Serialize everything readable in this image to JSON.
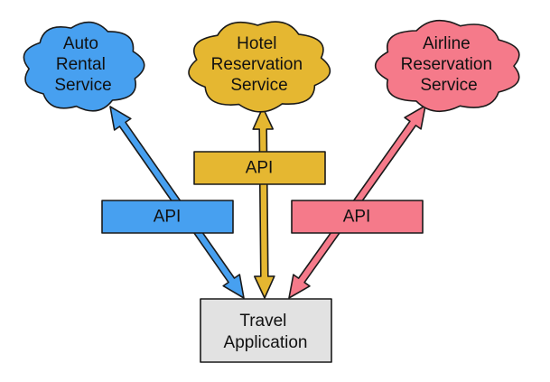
{
  "diagram": {
    "type": "architecture",
    "services": [
      {
        "id": "auto",
        "lines": [
          "Auto",
          "Rental",
          "Service"
        ],
        "color": "#47a0f0",
        "shape": "cloud"
      },
      {
        "id": "hotel",
        "lines": [
          "Hotel",
          "Reservation",
          "Service"
        ],
        "color": "#e5b731",
        "shape": "cloud"
      },
      {
        "id": "airline",
        "lines": [
          "Airline",
          "Reservation",
          "Service"
        ],
        "color": "#f57a8a",
        "shape": "cloud"
      }
    ],
    "apis": [
      {
        "id": "auto-api",
        "label": "API",
        "color": "#47a0f0",
        "connects": "auto"
      },
      {
        "id": "hotel-api",
        "label": "API",
        "color": "#e5b731",
        "connects": "hotel"
      },
      {
        "id": "airline-api",
        "label": "API",
        "color": "#f57a8a",
        "connects": "airline"
      }
    ],
    "client": {
      "id": "travel-app",
      "lines": [
        "Travel",
        "Application"
      ],
      "color": "#e2e2e2"
    },
    "edges": [
      {
        "from": "travel-app",
        "to": "auto",
        "via": "auto-api",
        "direction": "bidirectional",
        "color": "#47a0f0"
      },
      {
        "from": "travel-app",
        "to": "hotel",
        "via": "hotel-api",
        "direction": "bidirectional",
        "color": "#e5b731"
      },
      {
        "from": "travel-app",
        "to": "airline",
        "via": "airline-api",
        "direction": "bidirectional",
        "color": "#f57a8a"
      }
    ],
    "stroke_color": "#1a1a1a"
  }
}
